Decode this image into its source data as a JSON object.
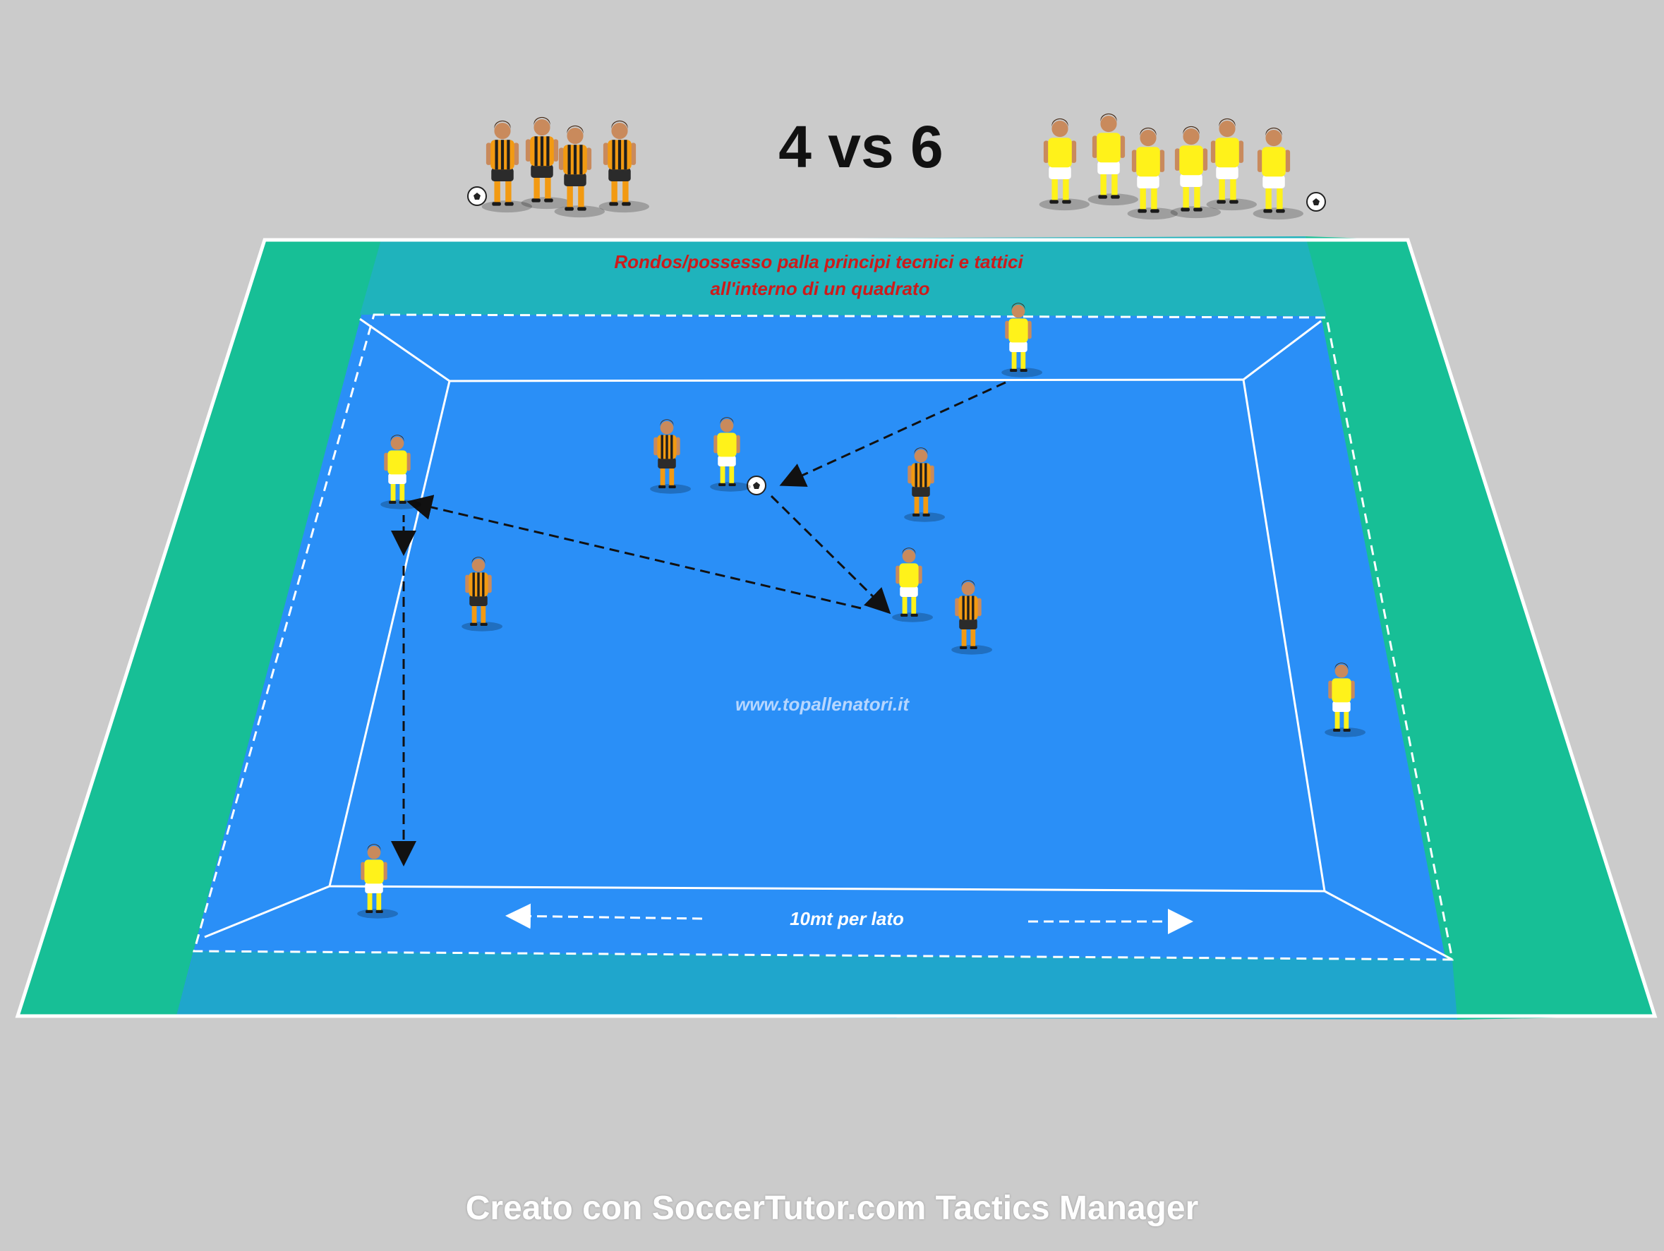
{
  "header": {
    "title": "4 vs 6"
  },
  "pitch": {
    "caption_line1": "Rondos/possesso palla principi tecnici e tattici",
    "caption_line2": "all'interno di un quadrato",
    "watermark": "www.topallenatori.it",
    "dimension_label": "10mt  per lato"
  },
  "footer": {
    "credit": "Creato con SoccerTutor.com Tactics Manager"
  },
  "colors": {
    "background": "#cbcbcb",
    "pitch_blue": "#2a8ff7",
    "pitch_green": "#17bf96",
    "line_white": "#ffffff",
    "caption_red": "#cc1b1b",
    "team_a_kit": "#f29a12",
    "team_b_kit": "#fff21a"
  },
  "teams": {
    "team_a_count": 4,
    "team_b_count": 6
  },
  "icons": {
    "ball": "soccer-ball-icon",
    "player_a": "player-orange-black-icon",
    "player_b": "player-yellow-white-icon"
  }
}
